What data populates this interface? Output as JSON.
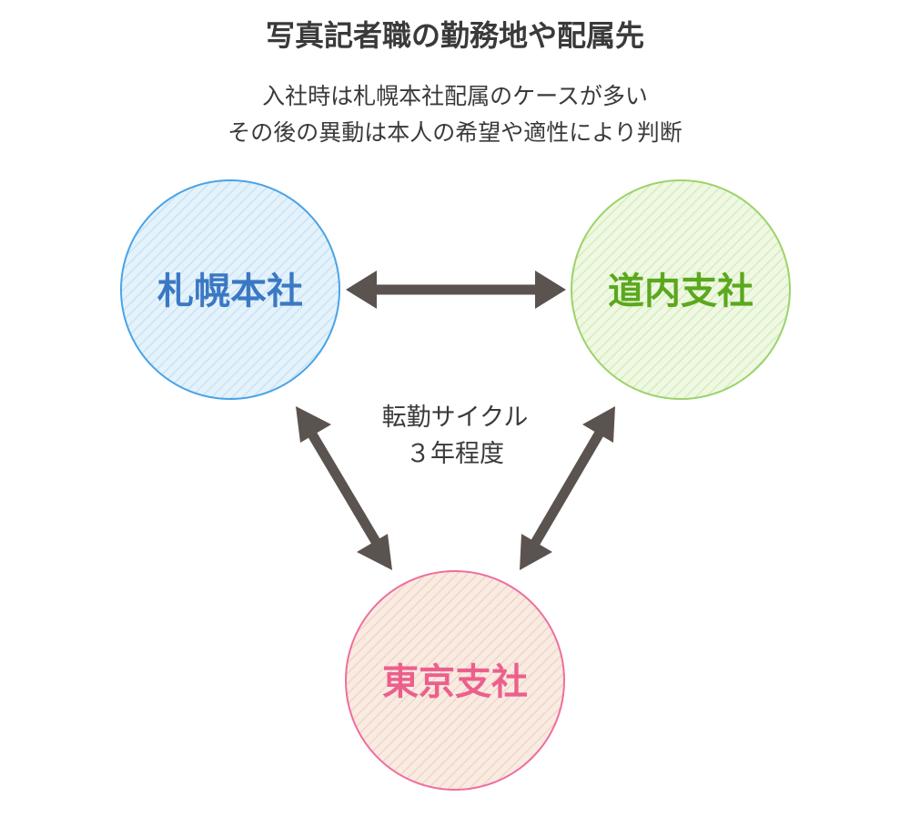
{
  "title": "写真記者職の勤務地や配属先",
  "subtitle_lines": [
    "入社時は札幌本社配属のケースが多い",
    "その後の異動は本人の希望や適性により判断"
  ],
  "nodes": {
    "sapporo": {
      "label": "札幌本社",
      "stroke": "#4aa3e6",
      "fill": "#e4f2fb",
      "hatch": "#c9e3f5",
      "text": "#3b78c4"
    },
    "donai": {
      "label": "道内支社",
      "stroke": "#9cd36a",
      "fill": "#eff8e2",
      "hatch": "#d6edbc",
      "text": "#5aa81e"
    },
    "tokyo": {
      "label": "東京支社",
      "stroke": "#f06e9c",
      "fill": "#f9ebe2",
      "hatch": "#efd6c6",
      "text": "#ec5f8d"
    }
  },
  "cycle_lines": [
    "転勤サイクル",
    "３年程度"
  ],
  "arrow_color": "#5a5350"
}
